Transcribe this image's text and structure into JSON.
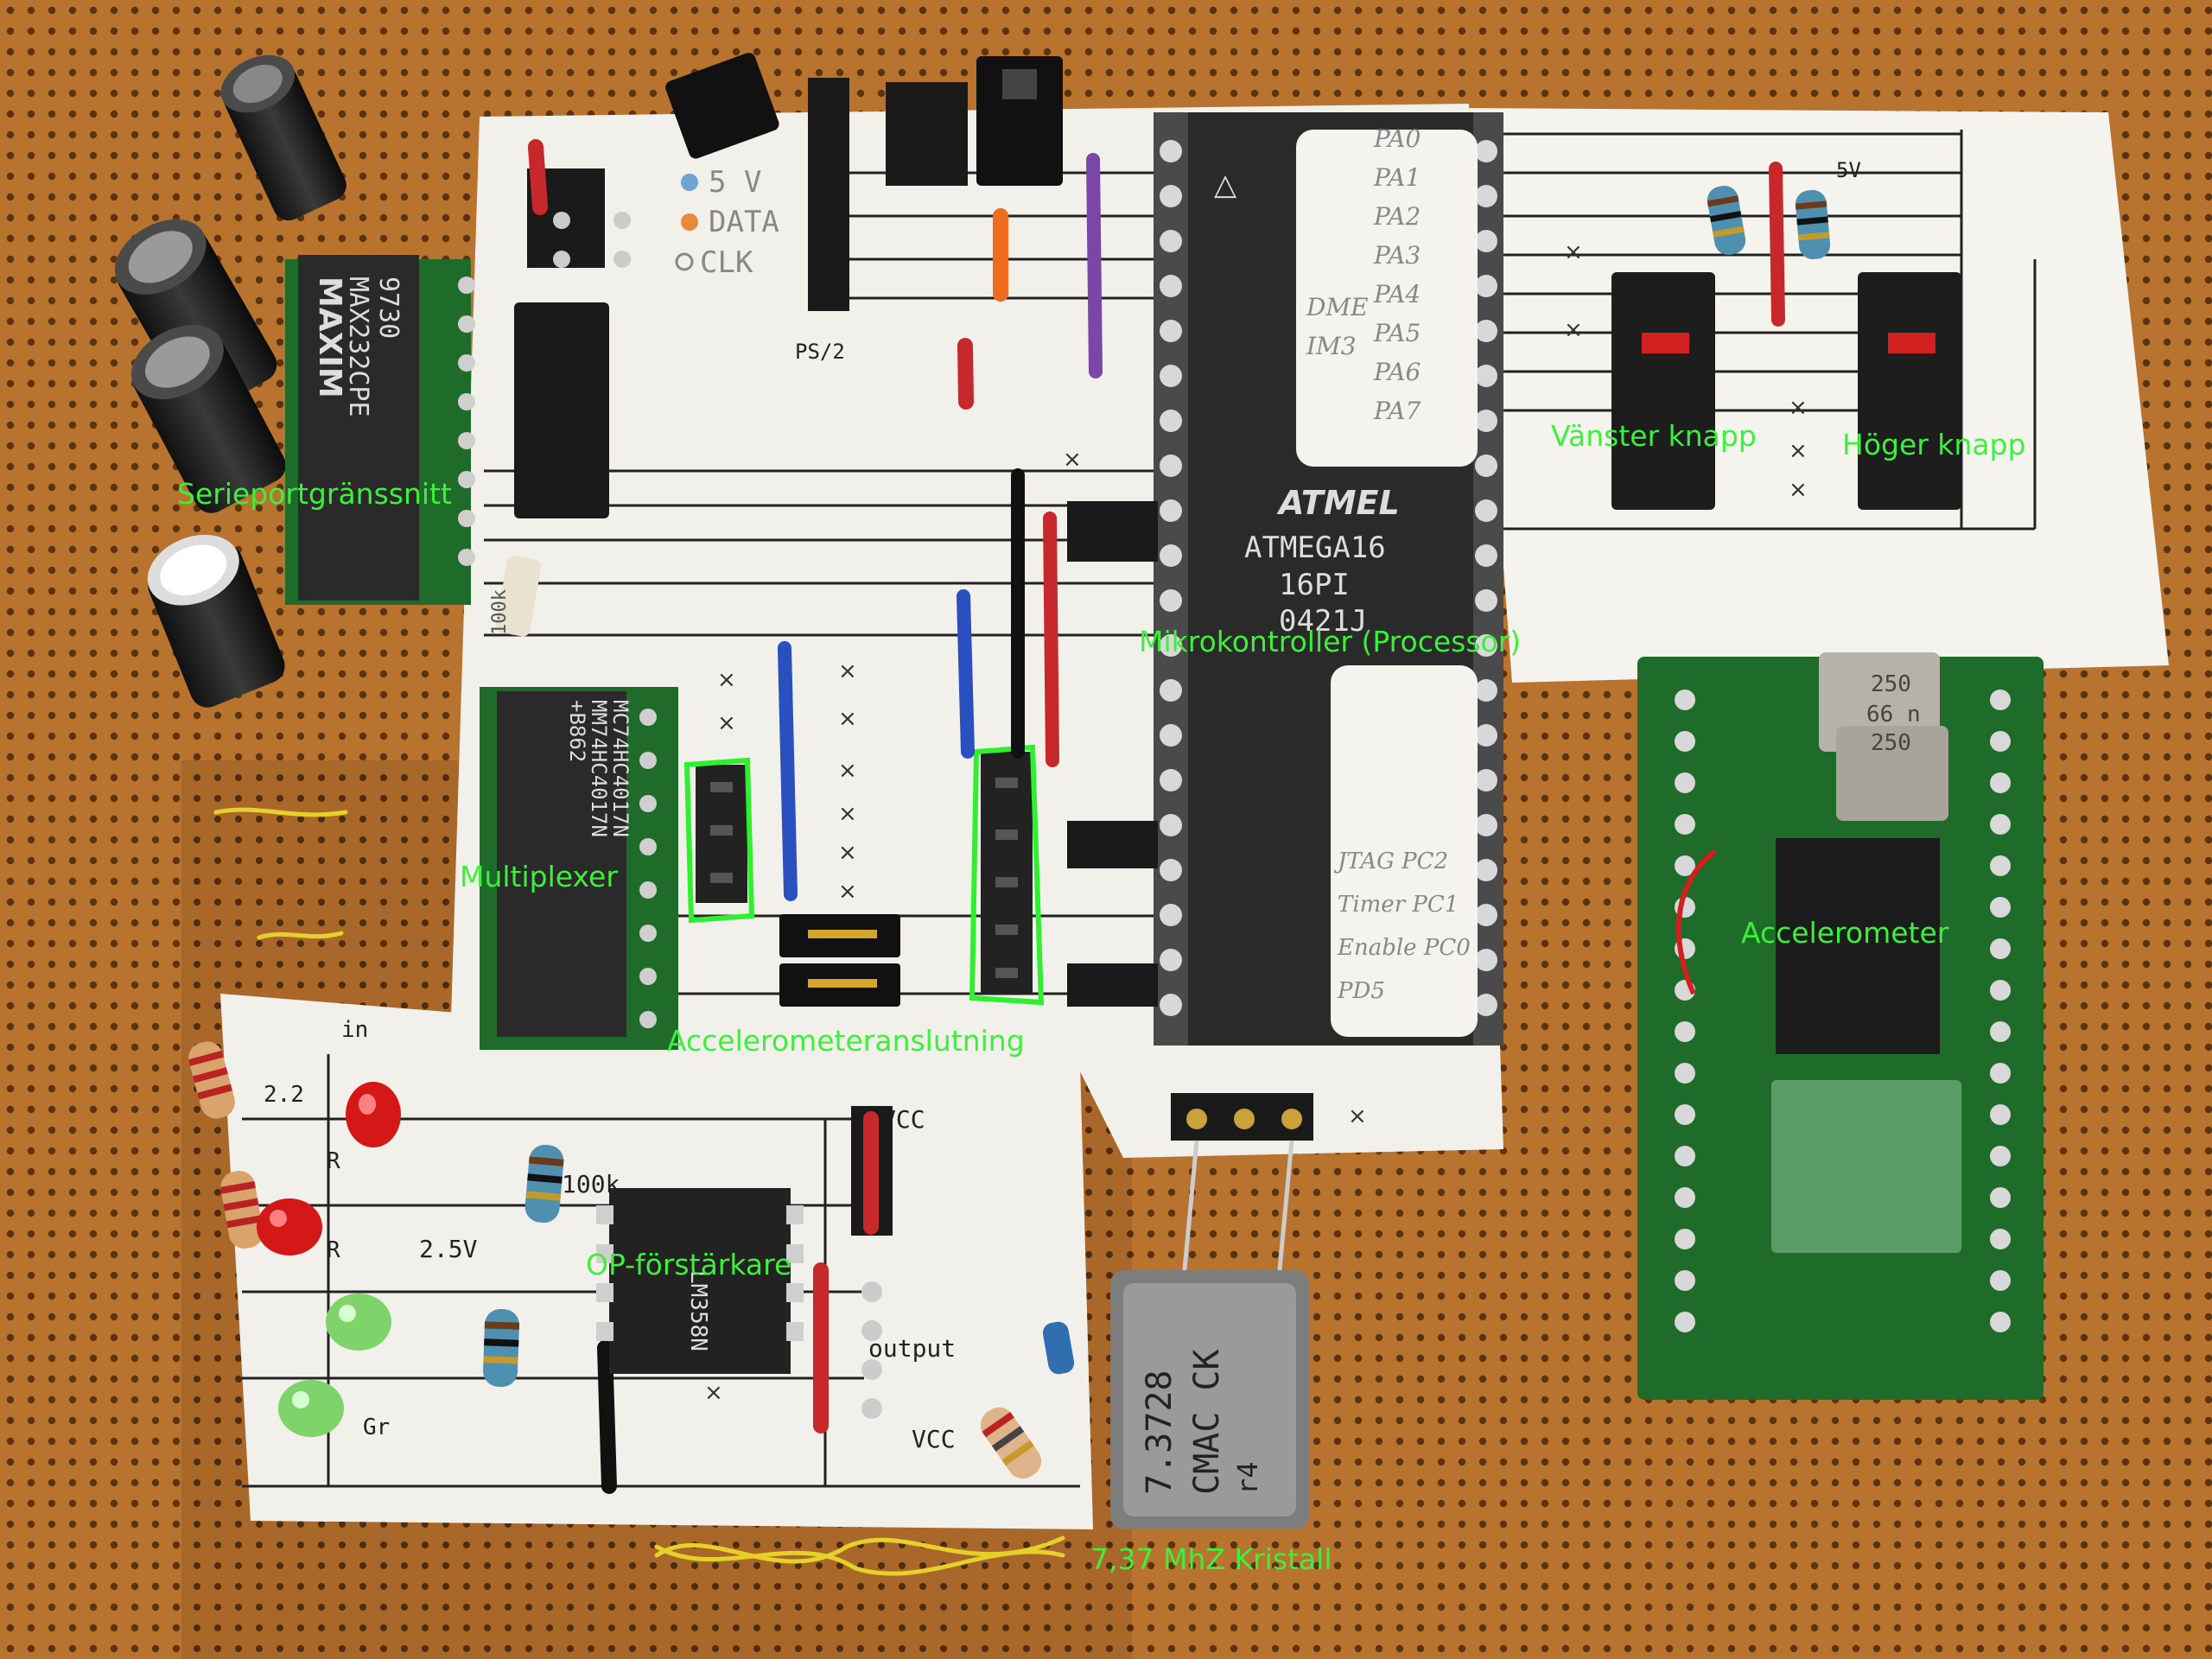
{
  "labels": {
    "serial_interface": "Serieportgränssnitt",
    "multiplexer": "Multiplexer",
    "accelerometer_connection": "Accelerometeranslutning",
    "microcontroller": "Mikrokontroller (Processor)",
    "left_button": "Vänster knapp",
    "right_button": "Höger knapp",
    "accelerometer": "Accelerometer",
    "op_amp": "OP-förstärkare",
    "crystal": "7,37 MhZ Kristall"
  },
  "chips": {
    "mcu_brand": "ATMEL",
    "mcu_model": "ATMEGA16",
    "mcu_package": "16PI",
    "mcu_date": "0421J",
    "max_brand": "MAXIM",
    "max_part": "MAX232CPE",
    "max_code": "9730",
    "mux_code": "+B862",
    "mux_part1": "MM74HC4017N",
    "mux_part2": "MC74HC4017N",
    "opamp_part": "LM358N",
    "crystal_freq": "7.3728",
    "crystal_mark": "CMAC CK",
    "crystal_sub": "r4",
    "cap_values": [
      "250",
      "66 n",
      "250"
    ]
  },
  "silkscreen": {
    "ps2": "PS/2",
    "five_v": "5 V",
    "data": "DATA",
    "clk": "CLK",
    "res_100k": "100k",
    "vcc": "VCC",
    "output": "output",
    "v25": "2.5V",
    "in": "in",
    "r": "R",
    "gr": "Gr",
    "sv": "5V",
    "r22": "2.2"
  },
  "handwritten": {
    "pins_top": [
      "PA0",
      "PA1",
      "PA2",
      "PA3",
      "PA4",
      "PA5",
      "PA6",
      "PA7"
    ],
    "left_top": [
      "DME",
      "IM3"
    ],
    "pins_bottom": [
      "JTAG PC2",
      "Timer PC1",
      "Enable PC0",
      "PD5"
    ]
  },
  "colors": {
    "label_green": "#3cf03c",
    "board": "#b8732e",
    "paper": "#f2f0ea",
    "chip": "#2a2a2a",
    "pcb_green": "#1f6b2a"
  }
}
